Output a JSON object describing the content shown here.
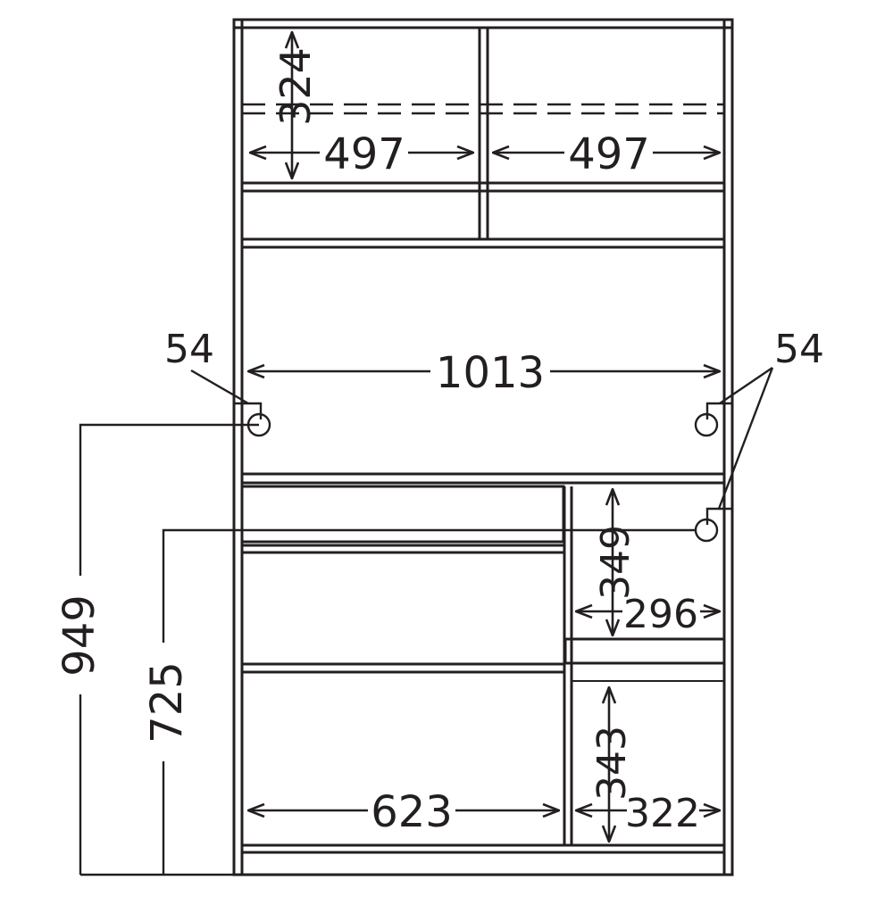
{
  "dimensions": {
    "top_compartment_height": "324",
    "top_left_width": "497",
    "top_right_width": "497",
    "inner_width": "1013",
    "socket_left_label": "54",
    "socket_right_label": "54",
    "left_socket_height": "949",
    "right_lower_socket_height": "725",
    "right_upper_compartment_height": "349",
    "right_upper_compartment_width": "296",
    "right_lower_compartment_height": "343",
    "right_lower_compartment_width": "322",
    "lower_left_width": "623"
  },
  "colors": {
    "line": "#231f20",
    "background": "#ffffff"
  }
}
